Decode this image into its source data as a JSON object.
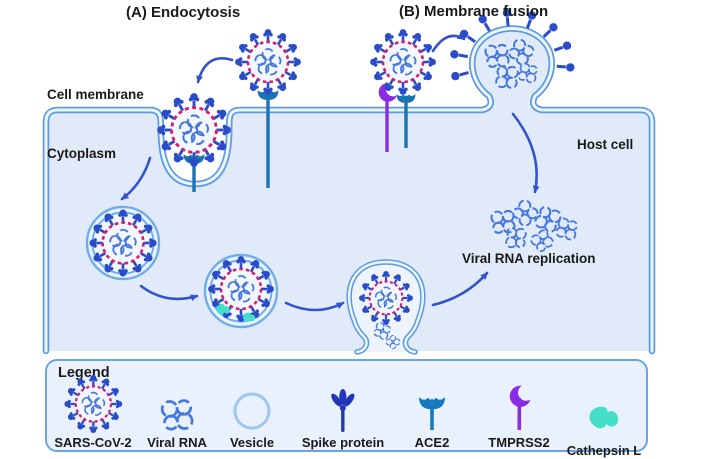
{
  "figure": {
    "panel_a_title": "(A) Endocytosis",
    "panel_b_title": "(B) Membrane fusion",
    "labels": {
      "cell_membrane": "Cell membrane",
      "cytoplasm": "Cytoplasm",
      "host_cell": "Host cell",
      "viral_rna_replication": "Viral RNA replication"
    }
  },
  "legend": {
    "title": "Legend",
    "items": [
      {
        "icon": "sars-cov-2-icon",
        "label": "SARS-CoV-2"
      },
      {
        "icon": "viral-rna-icon",
        "label": "Viral RNA"
      },
      {
        "icon": "vesicle-icon",
        "label": "Vesicle"
      },
      {
        "icon": "spike-protein-icon",
        "label": "Spike protein"
      },
      {
        "icon": "ace2-icon",
        "label": "ACE2"
      },
      {
        "icon": "tmprss2-icon",
        "label": "TMPRSS2"
      },
      {
        "icon": "cathepsin-l-icon",
        "label": "Cathepsin L"
      }
    ]
  },
  "colors": {
    "cytoplasm": "#e0eaf8",
    "membrane": "#5b9ce4",
    "virus_spike": "#2b4cc8",
    "virus_envelope_ring": "#d12070",
    "viral_rna": "#4577de",
    "arrow": "#3353cc",
    "ace2": "#1a74b2",
    "tmprss2": "#8b2be2",
    "cathepsin_l": "#45dfc9",
    "spike_protein": "#2236b8",
    "vesicle_ring": "#6fadea",
    "text": "#1a1a1a"
  }
}
